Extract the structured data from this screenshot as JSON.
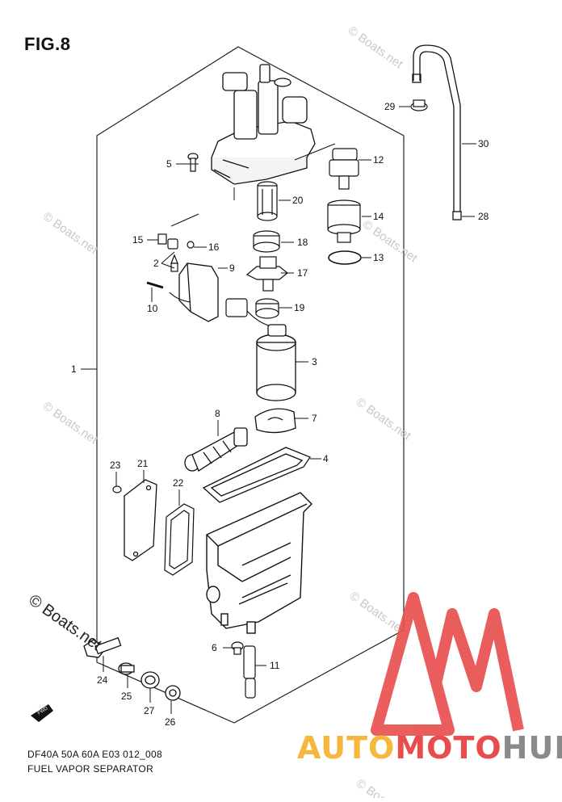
{
  "figure_title": "FIG.8",
  "footer": {
    "model_code": "DF40A 50A 60A E03 012_008",
    "section_name": "FUEL VAPOR SEPARATOR"
  },
  "watermark": {
    "main": "© Boats.net",
    "small": "© Boats.net"
  },
  "logo": {
    "part1": "AUTO",
    "part2": "MOTO",
    "part3": "HUB",
    "colors": {
      "auto": "#f6b73c",
      "moto": "#e84c4c",
      "hub": "#8a8a8a",
      "triangle": "#e84c4c"
    }
  },
  "fwd_label": "FWD",
  "callouts": [
    "1",
    "2",
    "3",
    "4",
    "5",
    "6",
    "7",
    "8",
    "9",
    "10",
    "11",
    "12",
    "13",
    "14",
    "15",
    "16",
    "17",
    "18",
    "19",
    "20",
    "21",
    "22",
    "23",
    "24",
    "25",
    "26",
    "27",
    "28",
    "29",
    "30"
  ]
}
